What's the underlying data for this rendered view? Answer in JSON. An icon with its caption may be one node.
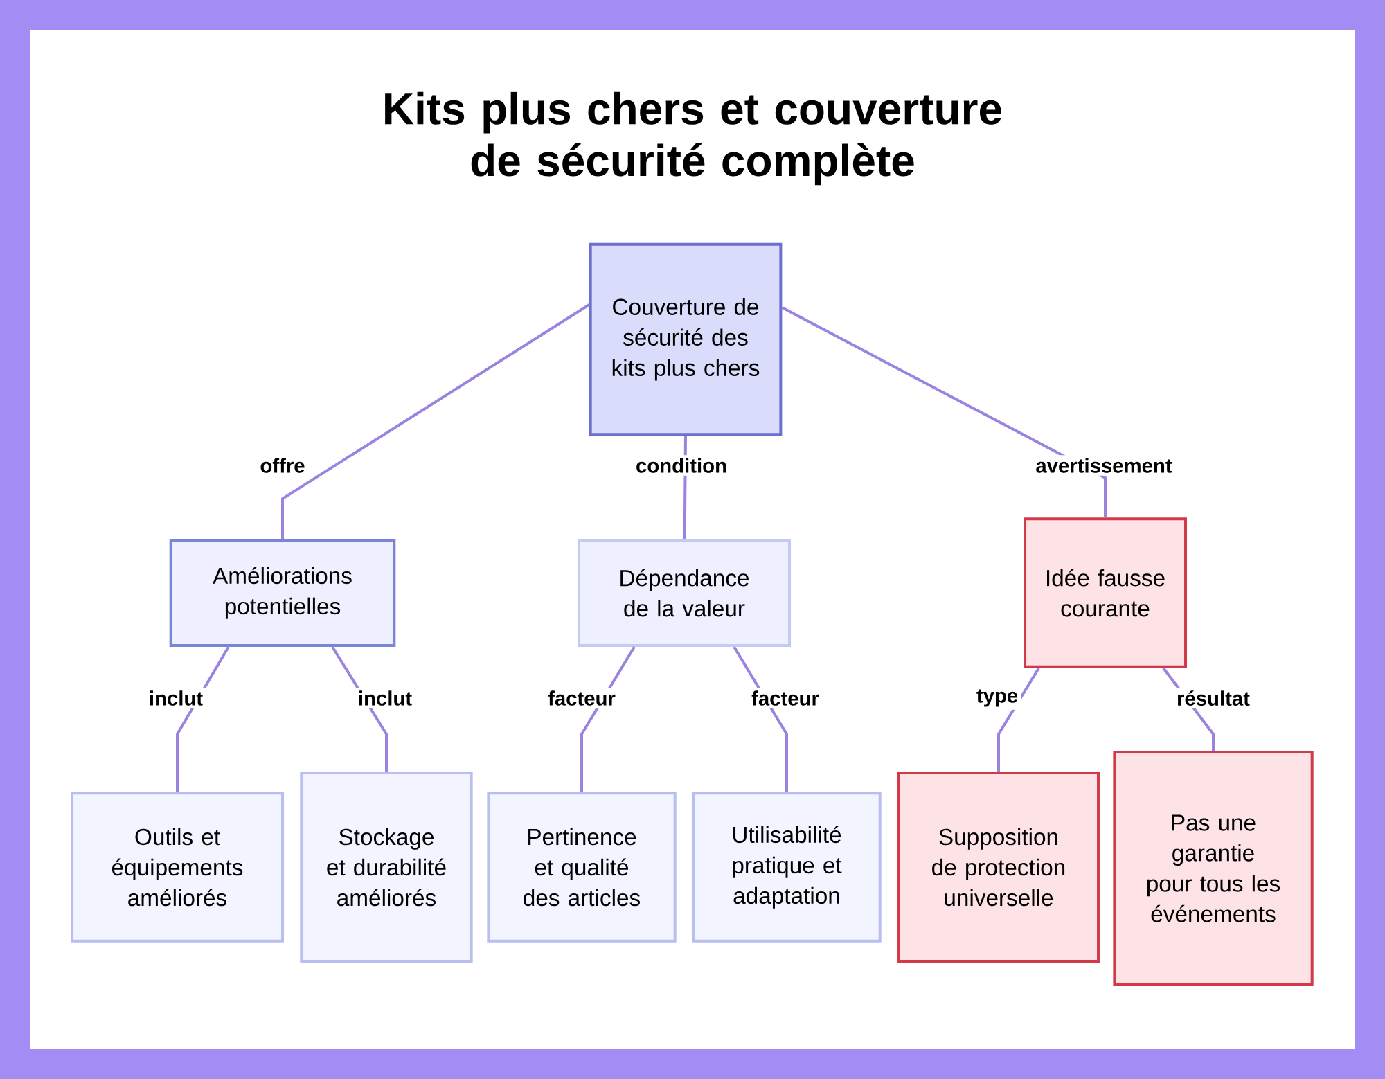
{
  "diagram": {
    "title": "Kits plus chers et couverture de sécurité complète",
    "nodes": [
      {
        "text": [
          "Couverture de sécurité des kits plus chers"
        ]
      },
      {
        "text": [
          "Améliorations potentielles"
        ]
      },
      {
        "text": [
          "Dépendance de la valeur"
        ]
      },
      {
        "text": [
          "Idée fausse courante"
        ]
      },
      {
        "text": [
          "Outils et équipements améliorés"
        ]
      },
      {
        "text": [
          "Stockage et durabilité améliorés"
        ]
      },
      {
        "text": [
          "Pertinence et qualité des articles"
        ]
      },
      {
        "text": [
          "Utilisabilité pratique et adaptation"
        ]
      },
      {
        "text": [
          "Supposition de protection universelle"
        ]
      },
      {
        "text": [
          "Pas une garantie pour tous les événements"
        ]
      }
    ],
    "edges": [
      {
        "from": 0,
        "to": 1,
        "arrow": "none",
        "label": "offre"
      },
      {
        "from": 0,
        "to": 2,
        "arrow": "none",
        "label": "condition"
      },
      {
        "from": 0,
        "to": 3,
        "arrow": "none",
        "label": "avertissement"
      },
      {
        "from": 1,
        "to": 4,
        "arrow": "none",
        "label": "inclut"
      },
      {
        "from": 1,
        "to": 5,
        "arrow": "none",
        "label": "inclut"
      },
      {
        "from": 2,
        "to": 6,
        "arrow": "none",
        "label": "facteur"
      },
      {
        "from": 2,
        "to": 7,
        "arrow": "none",
        "label": "facteur"
      },
      {
        "from": 3,
        "to": 8,
        "arrow": "none",
        "label": "type"
      },
      {
        "from": 3,
        "to": 9,
        "arrow": "none",
        "label": "résultat"
      }
    ]
  }
}
